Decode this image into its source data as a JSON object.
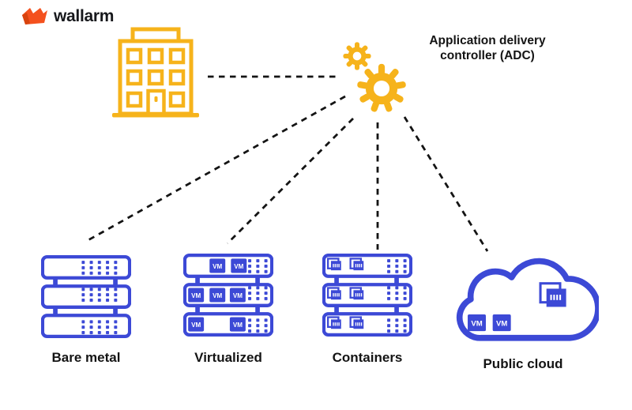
{
  "theme": {
    "blue": "#3c49d6",
    "yellow": "#f6b31b",
    "orange": "#f4511e",
    "ink": "#141414",
    "bg": "#ffffff"
  },
  "brand": {
    "name": "wallarm"
  },
  "adc": {
    "line1": "Application delivery",
    "line2": "controller (ADC)"
  },
  "nodes": {
    "bare_metal": {
      "label": "Bare metal"
    },
    "virtualized": {
      "label": "Virtualized"
    },
    "containers": {
      "label": "Containers"
    },
    "public_cloud": {
      "label": "Public cloud"
    }
  },
  "badges": {
    "vm": "VM"
  },
  "icons": {
    "logo_mark": "wallarm-zigzag-flag",
    "source": "office-building-icon",
    "hub": "gears-icon",
    "bare_metal": "server-rack-icon",
    "virtualized": "server-rack-vm-icon",
    "containers": "server-rack-containers-icon",
    "public_cloud": "cloud-icon"
  }
}
